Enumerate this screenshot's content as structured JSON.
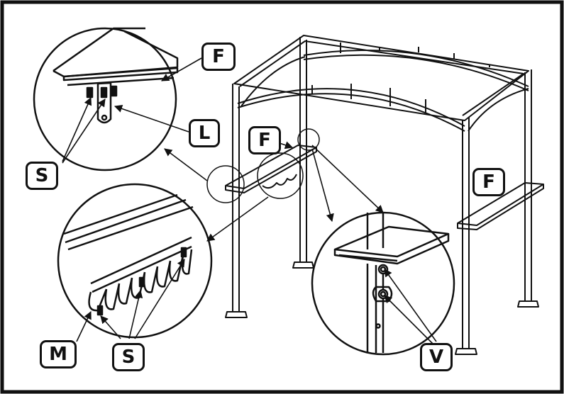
{
  "labels": {
    "shelf_top": "F",
    "bracket": "L",
    "screw_top": "S",
    "shelf_middle": "F",
    "shelf_right": "F",
    "bolts": "V",
    "hook_rail": "M",
    "screw_bottom": "S"
  },
  "colors": {
    "line": "#111111",
    "background": "#ffffff"
  }
}
